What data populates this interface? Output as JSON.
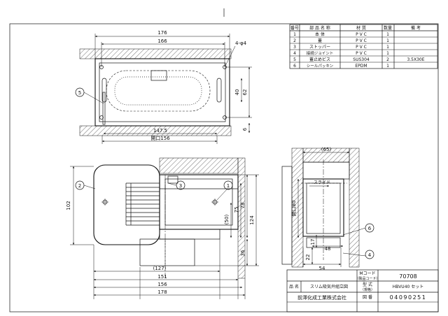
{
  "parts_table": {
    "headers": [
      "番号",
      "部 品 名 称",
      "材 質",
      "数量",
      "備 考"
    ],
    "rows": [
      {
        "no": "1",
        "name": "本 体",
        "material": "P V C",
        "qty": "1",
        "note": ""
      },
      {
        "no": "2",
        "name": "蓋",
        "material": "P V C",
        "qty": "1",
        "note": ""
      },
      {
        "no": "3",
        "name": "ストッパー",
        "material": "P V C",
        "qty": "1",
        "note": ""
      },
      {
        "no": "4",
        "name": "接続ジョイント",
        "material": "P V C",
        "qty": "1",
        "note": ""
      },
      {
        "no": "5",
        "name": "蓋止めビス",
        "material": "SUS304",
        "qty": "2",
        "note": "3.5X30E"
      },
      {
        "no": "6",
        "name": "シールパッキン",
        "material": "EPDM",
        "qty": "1",
        "note": ""
      }
    ]
  },
  "top_view": {
    "dims": {
      "w176": "176",
      "w166": "166",
      "holes": "4-φ4",
      "h40": "40",
      "h62": "62",
      "h6": "6",
      "w147": "147.5",
      "opening": "開口156"
    },
    "callouts": {
      "c5": "5"
    }
  },
  "front_view": {
    "dims": {
      "h102": "102",
      "h50": "(50)",
      "h75": "75",
      "h78": "78",
      "h124": "124",
      "h36": "36",
      "w127": "(127)",
      "w151": "151",
      "w156": "156",
      "w178": "178"
    },
    "callouts": {
      "c1": "1",
      "c2": "2",
      "c3": "3"
    }
  },
  "side_view": {
    "dims": {
      "w65": "(65)",
      "opening": "開口80",
      "slide": "スライド",
      "h17": "17",
      "h48": "48",
      "h22": "22",
      "w54": "54"
    },
    "callouts": {
      "c4": "4",
      "c6": "6"
    }
  },
  "title_block": {
    "mcode_label": "Mコード",
    "mcode_sub": "（製品コード）",
    "mcode_value": "70708",
    "name_label": "品 名",
    "name_value": "スリム吸気弁組立図",
    "model_label": "型 式",
    "model_sub": "（規格）",
    "model_value": "HBVU40 セット",
    "company": "前澤化成工業株式会社",
    "drawing_no_label": "図 番",
    "drawing_no": "04090251"
  }
}
